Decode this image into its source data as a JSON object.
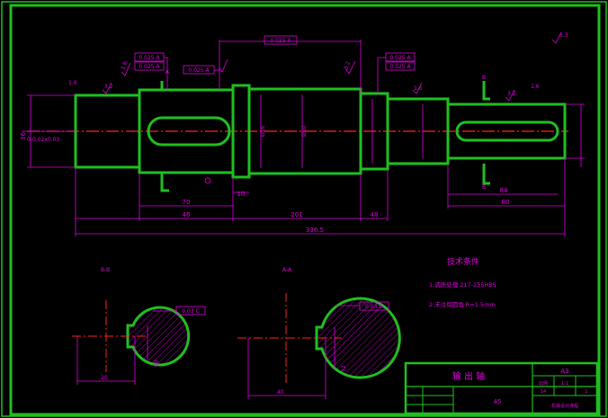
{
  "colors": {
    "background": "#000000",
    "frame": "#1fbf1f",
    "outline": "#1fbf1f",
    "dimension": "#e000e0",
    "centerline": "#ff2020",
    "text": "#e000e0"
  },
  "dimensions": {
    "total_length": "336.5",
    "span_left": "46",
    "span_mid": "201",
    "span_right": "48",
    "keyway_left": "70",
    "keyway_right": "80",
    "small_step": "10",
    "right_shaft_len": "84",
    "left_shaft_len": "36",
    "top_runout": "0.025",
    "left_dia_note": "0-0.02x0.03",
    "dia_step": "Ø56",
    "dia_mid": "Ø60"
  },
  "gd_and_t": {
    "top_frame": "0.025 A",
    "left_frame": "0.025 A",
    "left_frame_b": "0.025 A",
    "right_frame": "0.025 A",
    "right_frame_b": "0.025 A"
  },
  "roughness": {
    "general": "6.3",
    "r1": "1.6",
    "r2": "3.2",
    "r3": "1.6",
    "r4": "1.6",
    "r5": "3.2",
    "r6": "1.6",
    "r7": "3.2"
  },
  "section_labels": {
    "b": "B-B",
    "a": "A-A",
    "datum_a": "A",
    "b_top": "B",
    "b_bottom": "B"
  },
  "sections": {
    "b_width": "20",
    "b_depth": "50",
    "b_frame": "0.03 C",
    "a_width": "40",
    "a_depth": "52",
    "a_frame": "0.03 D"
  },
  "technical_requirements": {
    "title": "技术条件",
    "item1": "1.调质处理 217-255HBS",
    "item2": "2.未注倒圆角 R=1.5mm"
  },
  "title_block": {
    "name": "输 出 轴",
    "sheet_size": "A3",
    "material": "45",
    "cell_a": "比例",
    "cell_b": "1:1",
    "school": "机械设计课程",
    "cell_c": "1",
    "cell_d": "14"
  }
}
